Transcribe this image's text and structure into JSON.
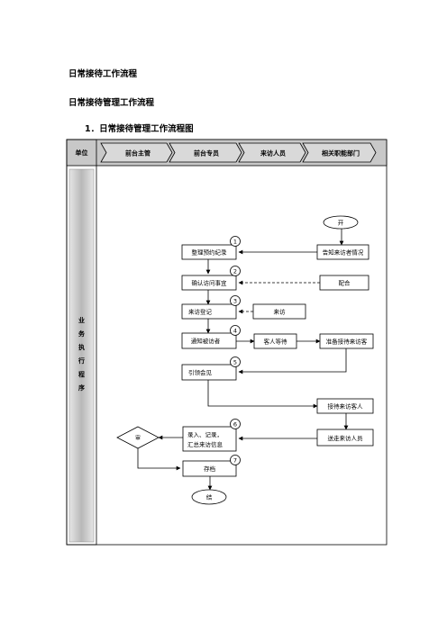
{
  "doc": {
    "title1": "日常接待工作流程",
    "title2": "日常接待管理工作流程",
    "title3": "1．日常接待管理工作流程图"
  },
  "flowchart": {
    "unit_label": "单位",
    "side_label": [
      "业",
      "务",
      "执",
      "行",
      "程",
      "序"
    ],
    "lanes": [
      "前台主管",
      "前台专员",
      "来访人员",
      "相关职能部门"
    ],
    "nodes": {
      "start": "开",
      "notify_visit": "告知来访者情况",
      "cooperate": "配合",
      "organize_appointment": "整理预约纪录",
      "confirm_visit": "确认访问事宜",
      "visit_register": "来访登记",
      "visitor_arrives": "来访",
      "notify_visitee": "通知被访者",
      "guest_waits": "客人等待",
      "prepare_reception": "准备接待来访客",
      "guide_meeting": "引领会见",
      "receive_guest": "接待来访客人",
      "see_off": "送走来访人员",
      "record_line1": "录入、记录，",
      "record_line2": "汇总来访信息",
      "archive": "存档",
      "decision": "审",
      "end": "结"
    },
    "steps": [
      "1",
      "2",
      "3",
      "4",
      "5",
      "6",
      "7"
    ]
  },
  "colors": {
    "header_fill": "#c8c8c8",
    "lane_fill": "#d9d9d9",
    "side_fill": "#c4c4c4",
    "line": "#000000"
  }
}
